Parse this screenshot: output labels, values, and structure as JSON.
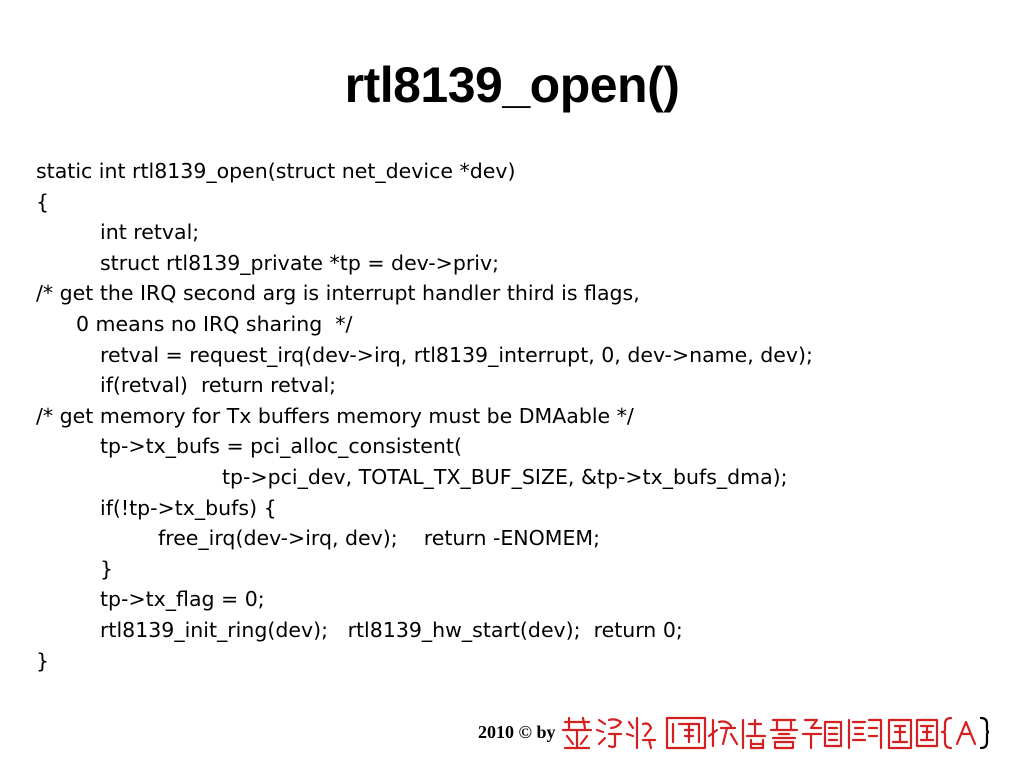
{
  "slide": {
    "title": "rtl8139_open()",
    "code_lines": [
      "static int rtl8139_open(struct net_device *dev)",
      "{",
      "int retval;",
      "struct rtl8139_private *tp = dev->priv;",
      "/* get the IRQ second arg is interrupt handler third is flags,",
      "0 means no IRQ sharing  */",
      "retval = request_irq(dev->irq, rtl8139_interrupt, 0, dev->name, dev);",
      "if(retval)  return retval;",
      "/* get memory for Tx buffers memory must be DMAable */",
      "tp->tx_bufs = pci_alloc_consistent(",
      "tp->pci_dev, TOTAL_TX_BUF_SIZE, &tp->tx_bufs_dma);",
      "if(!tp->tx_bufs) {",
      "free_irq(dev->irq, dev);    return -ENOMEM;",
      "}",
      "tp->tx_flag = 0;",
      "rtl8139_init_ring(dev);   rtl8139_hw_start(dev);  return 0;",
      "}"
    ]
  },
  "footer": {
    "text": "2010 © by",
    "logo_color": "#d42020"
  }
}
